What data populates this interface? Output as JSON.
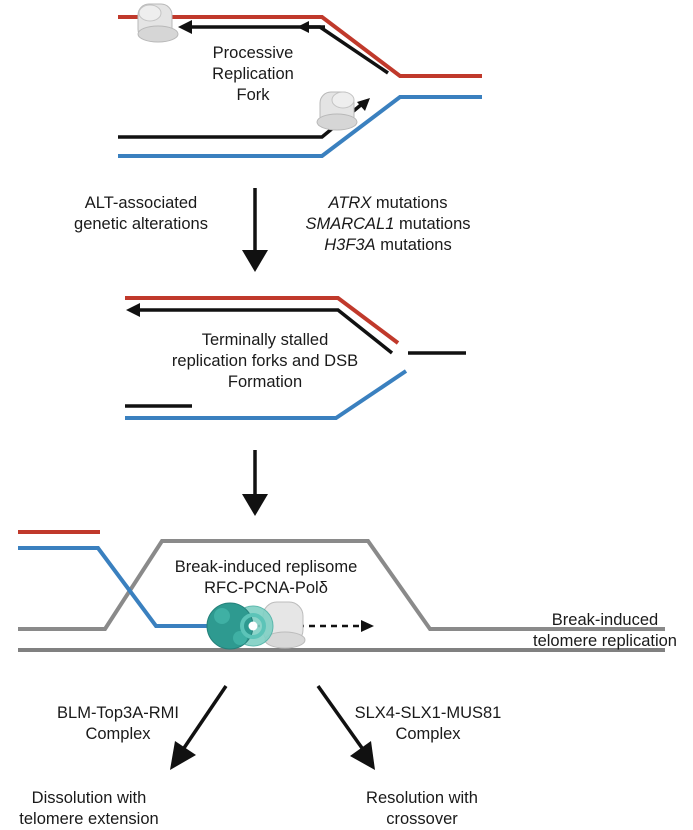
{
  "stage1": {
    "label_lines": [
      "Processive",
      "Replication",
      "Fork"
    ]
  },
  "arrow1": {
    "left_lines": [
      "ALT-associated",
      "genetic alterations"
    ],
    "right_lines": [
      {
        "gene": "ATRX",
        "suffix": " mutations"
      },
      {
        "gene": "SMARCAL1",
        "suffix": " mutations"
      },
      {
        "gene": "H3F3A",
        "suffix": " mutations"
      }
    ]
  },
  "stage2": {
    "label_lines": [
      "Terminally stalled",
      "replication forks and DSB",
      "Formation"
    ]
  },
  "stage3": {
    "replisome_lines": [
      "Break-induced replisome",
      "RFC-PCNA-Polδ"
    ],
    "side_lines": [
      "Break-induced",
      "telomere replication"
    ]
  },
  "outcomes": {
    "left_complex": [
      "BLM-Top3A-RMI",
      "Complex"
    ],
    "right_complex": [
      "SLX4-SLX1-MUS81",
      "Complex"
    ],
    "left_result": [
      "Dissolution with",
      "telomere extension"
    ],
    "right_result": [
      "Resolution with",
      "crossover"
    ]
  },
  "colors": {
    "red_strand": "#c0392b",
    "blue_strand": "#3a80bf",
    "new_strand": "#111111",
    "donor_strand": "#8a8a8a",
    "replisome_teal": "#3aa79c",
    "protein_grey": "#e2e2e2"
  }
}
